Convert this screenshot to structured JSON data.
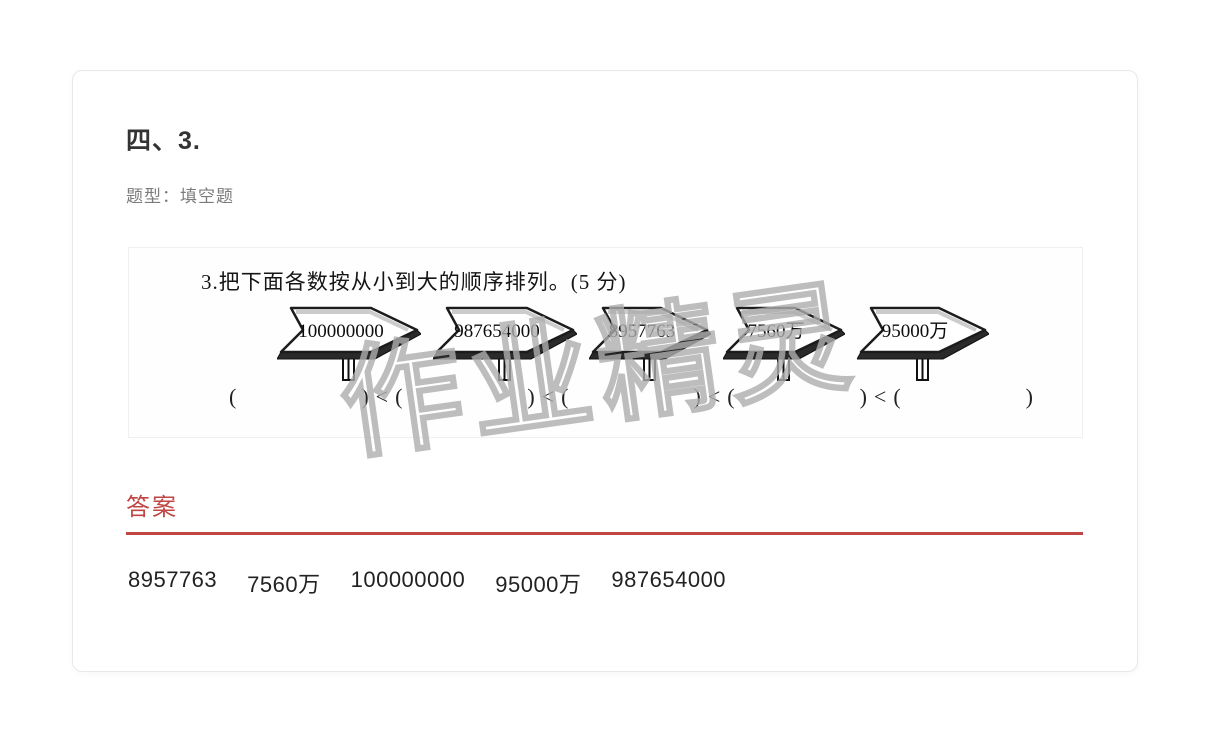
{
  "header": {
    "title": "四、3.",
    "question_type": "题型：填空题"
  },
  "question": {
    "prompt": "3.把下面各数按从小到大的顺序排列。(5 分)",
    "signs": [
      "100000000",
      "987654000",
      "8957763",
      "7560万",
      "95000万"
    ],
    "blanks": {
      "open": "(",
      "close": ")",
      "separator": "<",
      "count": 5
    },
    "watermark": "作业精灵"
  },
  "answer": {
    "heading": "答案",
    "accent_color": "#bf4643",
    "values": [
      "8957763",
      "7560万",
      "100000000",
      "95000万",
      "987654000"
    ]
  }
}
